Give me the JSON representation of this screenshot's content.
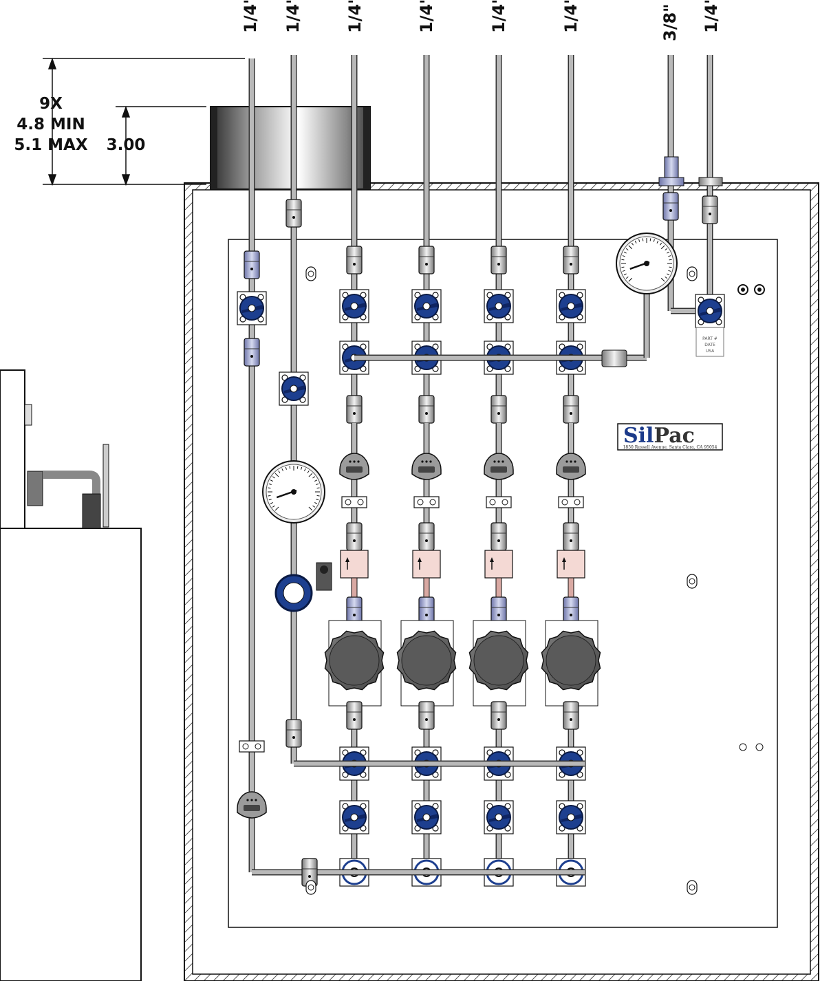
{
  "tube_sizes": [
    "1/4\"",
    "1/4\"",
    "1/4\"",
    "1/4\"",
    "1/4\"",
    "1/4\"",
    "3/8\"",
    "1/4\""
  ],
  "dimensions": {
    "count": "9X",
    "min": "4.8 MIN",
    "max": "5.1 MAX",
    "height": "3.00"
  },
  "logo": {
    "name_part1": "Sil",
    "name_part2": "Pac",
    "address": "1850 Russell Avenue, Santa Clara, CA 95054"
  },
  "tag": {
    "line1": "PART #",
    "line2": "DATE",
    "line3": "USA"
  },
  "colors": {
    "valve_handle": "#1d3f8f",
    "nut_blue": "#9ea6cf",
    "flow_pink": "#f4d9d4",
    "tube": "#b9b9b9",
    "knob": "#5a5a5a"
  }
}
